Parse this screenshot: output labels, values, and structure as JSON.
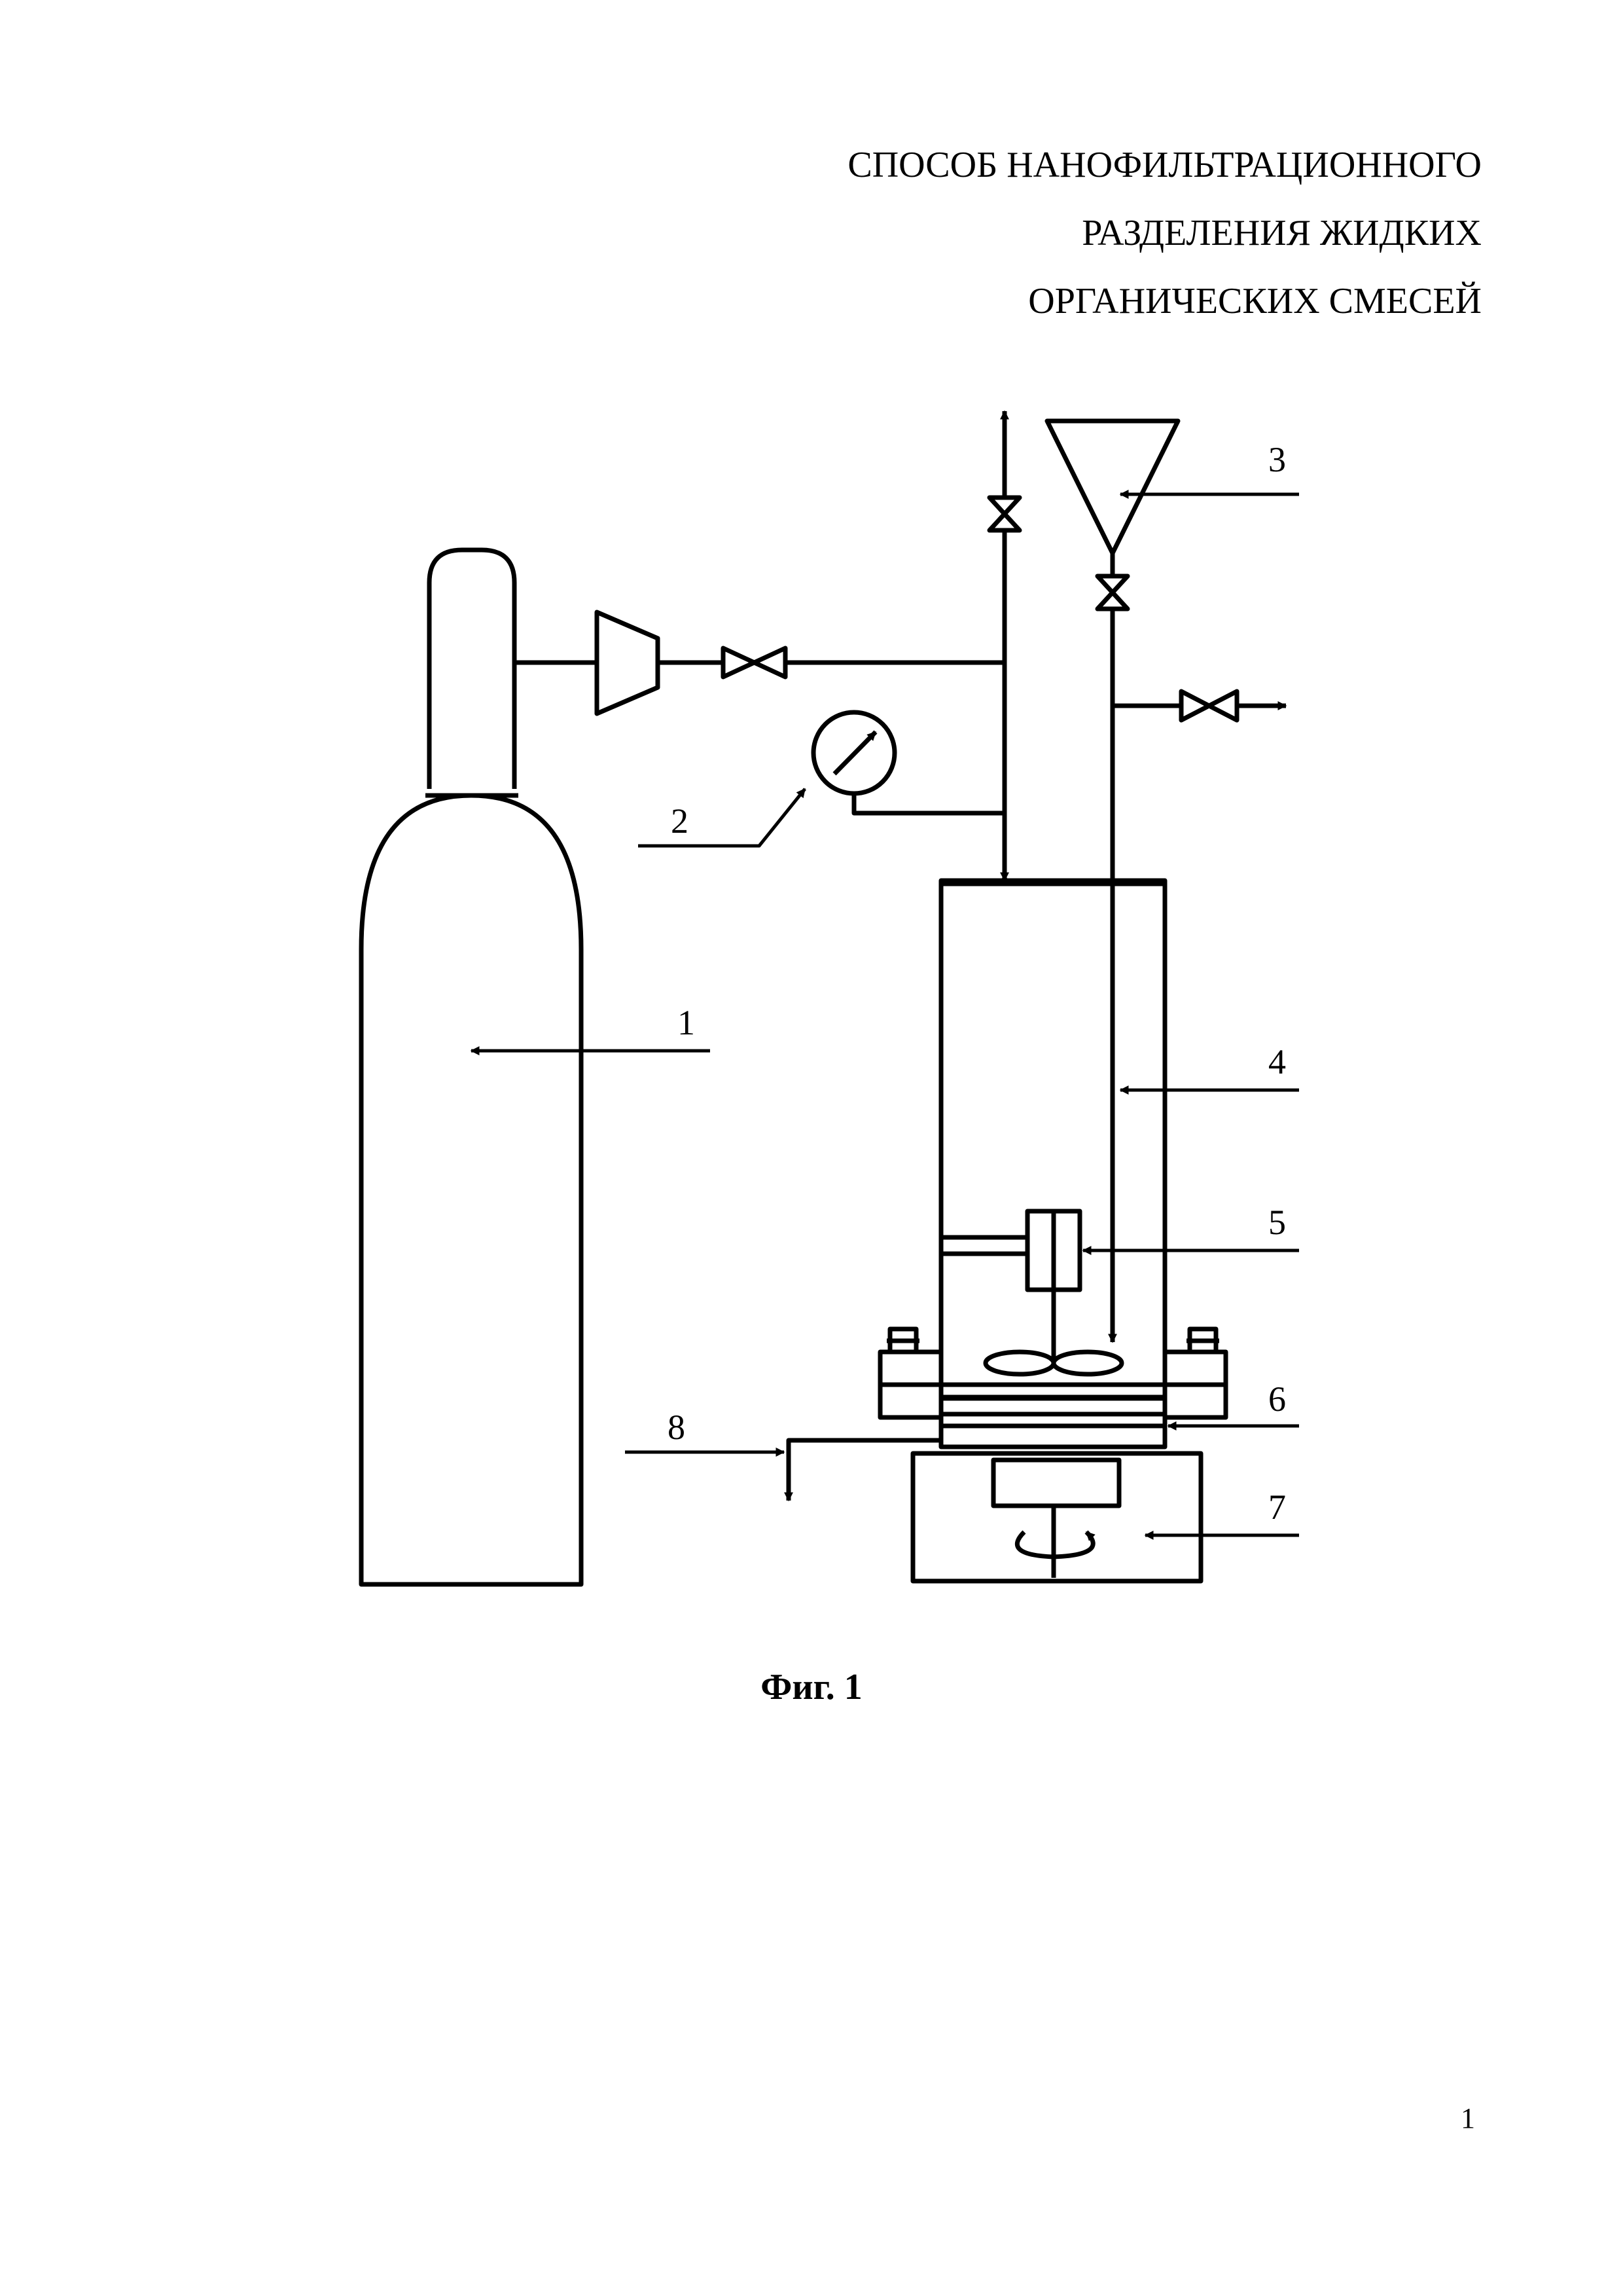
{
  "title": {
    "lines": [
      "СПОСОБ НАНОФИЛЬТРАЦИОННОГО",
      "РАЗДЕЛЕНИЯ ЖИДКИХ",
      "ОРГАНИЧЕСКИХ СМЕСЕЙ"
    ]
  },
  "diagram": {
    "labels": {
      "l1": "1",
      "l2": "2",
      "l3": "3",
      "l4": "4",
      "l5": "5",
      "l6": "6",
      "l7": "7",
      "l8": "8"
    }
  },
  "caption": "Фиг. 1",
  "page_number": "1"
}
